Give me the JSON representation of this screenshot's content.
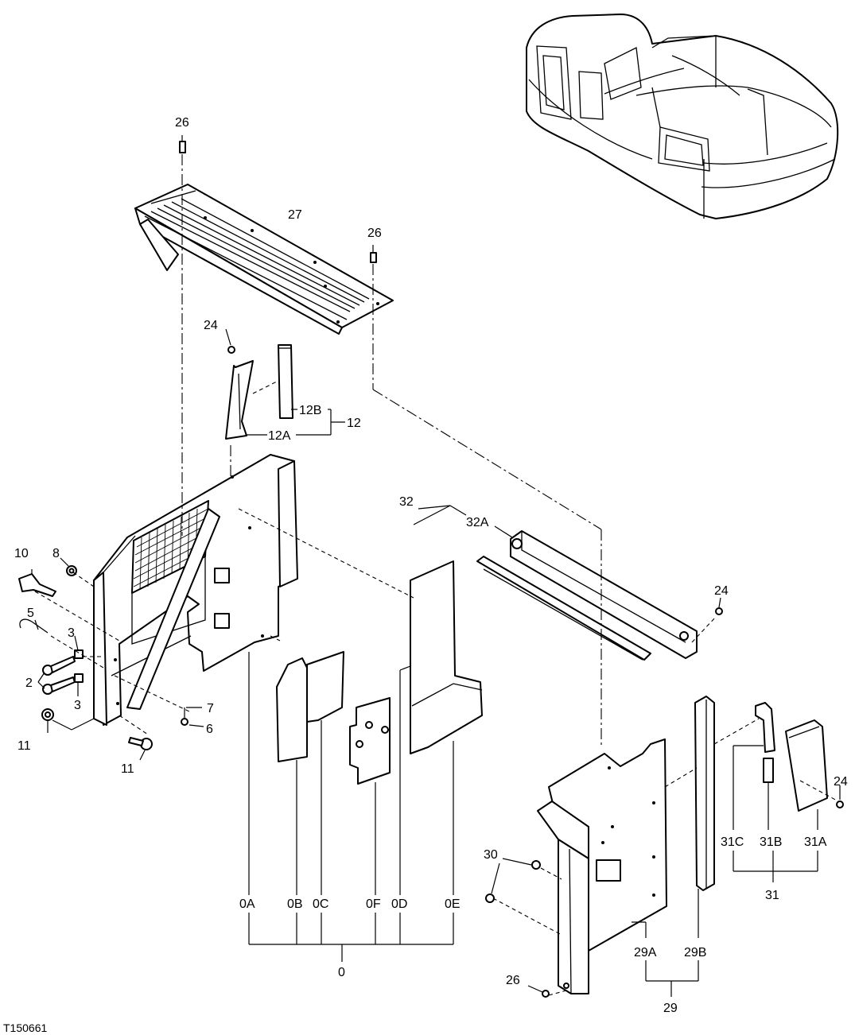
{
  "figure_id": "T150661",
  "callouts": {
    "c26_top": "26",
    "c27": "27",
    "c26_right": "26",
    "c24_bracket": "24",
    "c12B": "12B",
    "c12A": "12A",
    "c12": "12",
    "c32": "32",
    "c32A": "32A",
    "c24_rail": "24",
    "c10": "10",
    "c8": "8",
    "c5": "5",
    "c3_upper": "3",
    "c2": "2",
    "c3_lower": "3",
    "c7": "7",
    "c6": "6",
    "c11_left": "11",
    "c11_bottom": "11",
    "c0A": "0A",
    "c0B": "0B",
    "c0C": "0C",
    "c0F": "0F",
    "c0D": "0D",
    "c0E": "0E",
    "c0": "0",
    "c30": "30",
    "c26_bottom": "26",
    "c29A": "29A",
    "c29B": "29B",
    "c29": "29",
    "c31C": "31C",
    "c31B": "31B",
    "c31A": "31A",
    "c31": "31",
    "c24_right": "24"
  },
  "icons": {
    "machine": "excavator-locator-icon",
    "bolt": "bolt-icon",
    "nut": "nut-icon"
  },
  "colors": {
    "ink": "#000000",
    "paper": "#ffffff"
  }
}
